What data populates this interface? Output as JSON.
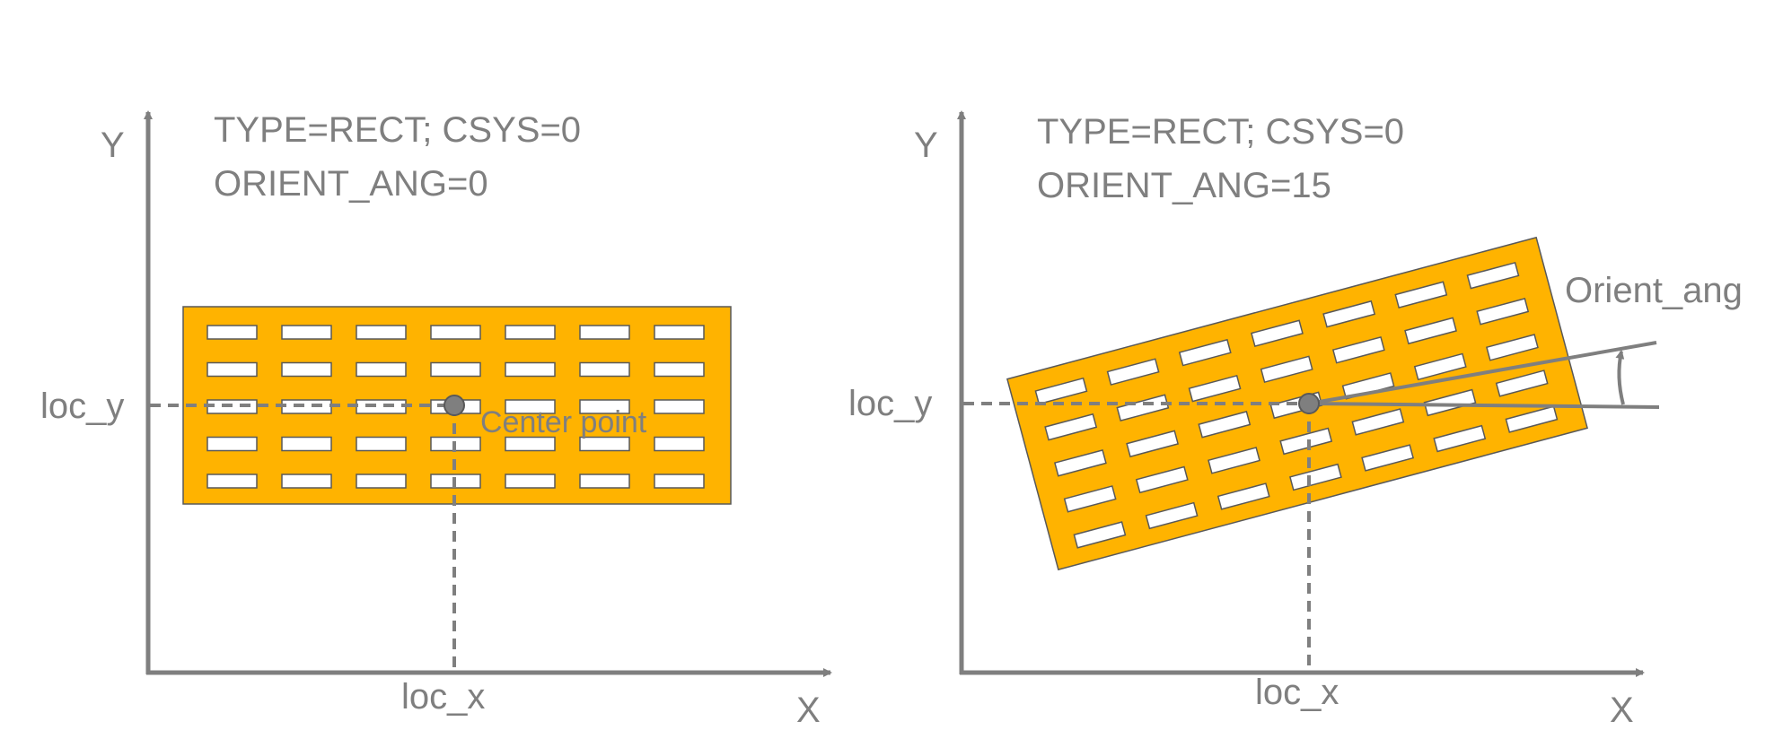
{
  "colors": {
    "gray": "#7f7f7f",
    "plate": "#ffb300",
    "slot_fill": "#ffffff",
    "outline": "#595959"
  },
  "left_panel": {
    "line1": "TYPE=RECT;  CSYS=0",
    "line2": "ORIENT_ANG=0",
    "y_axis_label": "Y",
    "x_axis_label": "X",
    "loc_x_label": "loc_x",
    "loc_y_label": "loc_y",
    "center_label": "Center point",
    "orient_angle_deg": 0,
    "slot_grid": {
      "rows": 5,
      "cols": 7
    }
  },
  "right_panel": {
    "line1": "TYPE=RECT;  CSYS=0",
    "line2": "ORIENT_ANG=15",
    "y_axis_label": "Y",
    "x_axis_label": "X",
    "loc_x_label": "loc_x",
    "loc_y_label": "loc_y",
    "angle_label": "Orient_ang",
    "orient_angle_deg": 15,
    "slot_grid": {
      "rows": 5,
      "cols": 7
    }
  }
}
